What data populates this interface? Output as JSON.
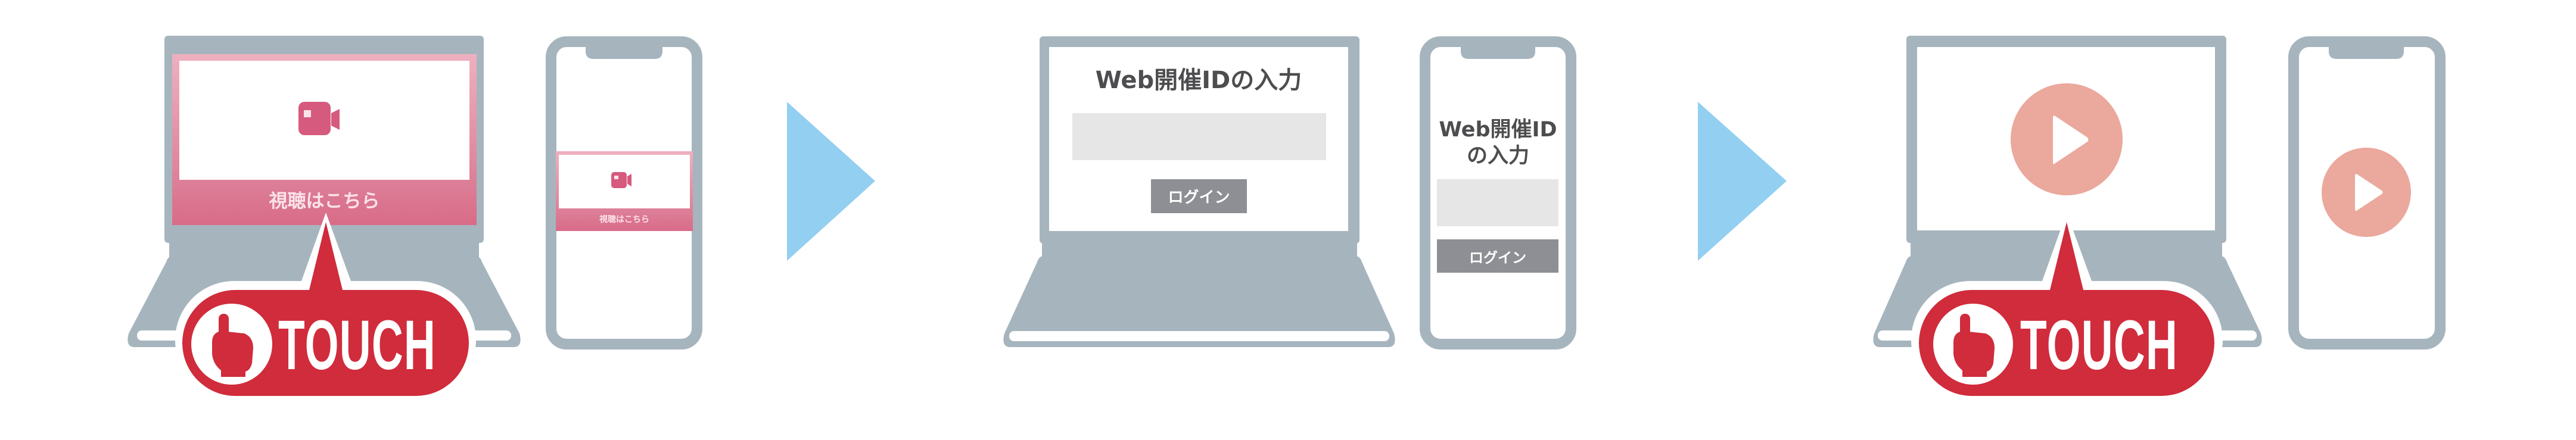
{
  "colors": {
    "device_gray": "#a6b5bd",
    "arrow_blue": "#92cff1",
    "touch_red": "#d02c3c",
    "watch_pink": "#d86b88",
    "watch_pink_light": "#ecaebd",
    "play_salmon": "#eba89c",
    "input_gray": "#e6e6e6",
    "button_gray": "#8e8f94",
    "title_text": "#4d4d4f"
  },
  "steps": [
    {
      "id": "step-1",
      "laptop": {
        "screen": {
          "icon": "video-camera-icon",
          "button_label": "視聴はこちら"
        },
        "callout": {
          "icon": "pointing-hand-icon",
          "label": "TOUCH"
        }
      },
      "phone": {
        "screen": {
          "icon": "video-camera-icon",
          "button_label": "視聴はこちら"
        }
      }
    },
    {
      "id": "step-2",
      "laptop": {
        "screen": {
          "title": "Web開催IDの入力",
          "input_placeholder": "",
          "login_label": "ログイン"
        }
      },
      "phone": {
        "screen": {
          "title_line1": "Web開催ID",
          "title_line2": "の入力",
          "input_placeholder": "",
          "login_label": "ログイン"
        }
      }
    },
    {
      "id": "step-3",
      "laptop": {
        "screen": {
          "icon": "play-icon"
        },
        "callout": {
          "icon": "pointing-hand-icon",
          "label": "TOUCH"
        }
      },
      "phone": {
        "screen": {
          "icon": "play-icon"
        }
      }
    }
  ],
  "arrows": [
    {
      "icon": "arrow-right-icon"
    },
    {
      "icon": "arrow-right-icon"
    }
  ]
}
